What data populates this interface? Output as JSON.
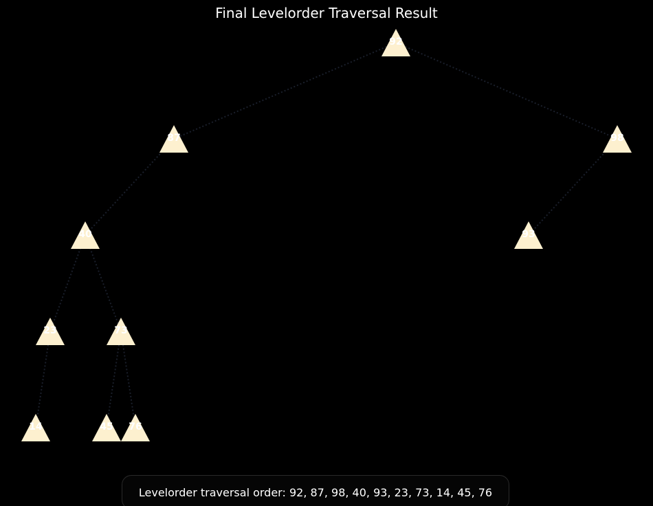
{
  "title": "Final Levelorder Traversal Result",
  "colors": {
    "background": "#000000",
    "node_fill": "#fdf0cf",
    "node_text": "#ffffff",
    "edge": "#1a1f2b"
  },
  "tree": {
    "nodes": [
      {
        "id": "n92",
        "label": "92"
      },
      {
        "id": "n87",
        "label": "87"
      },
      {
        "id": "n98",
        "label": "98"
      },
      {
        "id": "n40",
        "label": "40"
      },
      {
        "id": "n93",
        "label": "93"
      },
      {
        "id": "n23",
        "label": "23"
      },
      {
        "id": "n73",
        "label": "73"
      },
      {
        "id": "n14",
        "label": "14"
      },
      {
        "id": "n45",
        "label": "45"
      },
      {
        "id": "n76",
        "label": "76"
      }
    ],
    "edges": [
      {
        "from": "n92",
        "to": "n87"
      },
      {
        "from": "n92",
        "to": "n98"
      },
      {
        "from": "n87",
        "to": "n40"
      },
      {
        "from": "n98",
        "to": "n93"
      },
      {
        "from": "n40",
        "to": "n23"
      },
      {
        "from": "n40",
        "to": "n73"
      },
      {
        "from": "n23",
        "to": "n14"
      },
      {
        "from": "n73",
        "to": "n45"
      },
      {
        "from": "n73",
        "to": "n76"
      }
    ]
  },
  "traversal": {
    "text": "Levelorder traversal order: 92, 87, 98, 40, 93, 23, 73, 14, 45, 76"
  }
}
